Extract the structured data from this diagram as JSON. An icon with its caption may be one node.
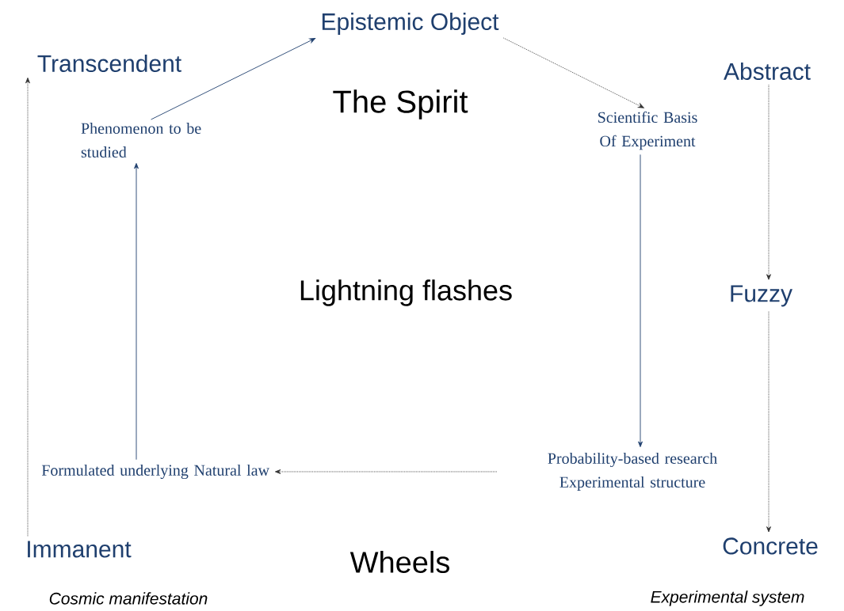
{
  "diagram": {
    "nodes": [
      {
        "text": [
          "Epistemic Object"
        ]
      },
      {
        "text": [
          "Transcendent"
        ]
      },
      {
        "text": [
          "Abstract"
        ]
      },
      {
        "text": [
          "Phenomenon to be studied"
        ]
      },
      {
        "text": [
          "Scientific Basis Of Experiment"
        ]
      },
      {
        "text": [
          "Fuzzy"
        ]
      },
      {
        "text": [
          "Formulated underlying Natural law"
        ]
      },
      {
        "text": [
          "Probability-based research Experimental structure"
        ]
      },
      {
        "text": [
          "Immanent"
        ],
        "beside": [
          "Cosmic manifestation"
        ]
      },
      {
        "text": [
          "Concrete"
        ],
        "beside": [
          "Experimental system"
        ]
      }
    ],
    "edges": [
      {
        "from": 8,
        "to": 1,
        "arrow": "to",
        "style": "dashed"
      },
      {
        "from": 3,
        "to": 0,
        "arrow": "to"
      },
      {
        "from": 0,
        "to": 4,
        "arrow": "to",
        "style": "dashed"
      },
      {
        "from": 4,
        "to": 7,
        "arrow": "to"
      },
      {
        "from": 6,
        "to": 3,
        "arrow": "to"
      },
      {
        "from": 7,
        "to": 6,
        "arrow": "to",
        "style": "dashed"
      },
      {
        "from": 2,
        "to": 5,
        "arrow": "to",
        "style": "dashed"
      },
      {
        "from": 5,
        "to": 9,
        "arrow": "to",
        "style": "dashed"
      }
    ],
    "labels": [
      "The Spirit",
      "Lightning flashes",
      "Wheels"
    ]
  }
}
